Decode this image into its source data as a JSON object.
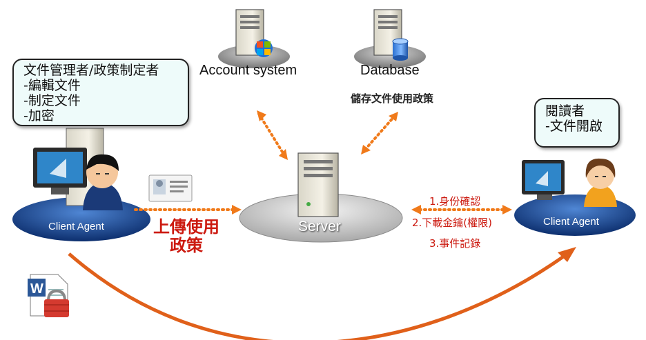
{
  "roles": {
    "admin": {
      "title": "文件管理者/政策制定者",
      "items": [
        "-編輯文件",
        "-制定文件",
        "-加密"
      ]
    },
    "reader": {
      "title": "閱讀者",
      "items": [
        "-文件開啟"
      ]
    }
  },
  "nodes": {
    "account_system": "Account system",
    "database": "Database",
    "database_caption": "儲存文件使用政策",
    "server": "Server",
    "client_agent_left": "Client Agent",
    "client_agent_right": "Client Agent"
  },
  "flows": {
    "upload_policy": [
      "上傳使用",
      "政策"
    ],
    "reader_steps": [
      "1.身份確認",
      "2.下載金鑰(權限)",
      "3.事件記錄"
    ]
  },
  "colors": {
    "arrow_orange": "#f07a1a",
    "text_red": "#cc1a10",
    "platform_blue": "#1f4f9a",
    "server_disc": "#cfcfcf",
    "curve_arrow": "#e0601a"
  },
  "icons": [
    "word-document-icon",
    "padlock-icon",
    "id-card-icon",
    "server-icon",
    "windows-logo-icon",
    "database-cylinder-icon",
    "monitor-icon",
    "person-icon"
  ]
}
